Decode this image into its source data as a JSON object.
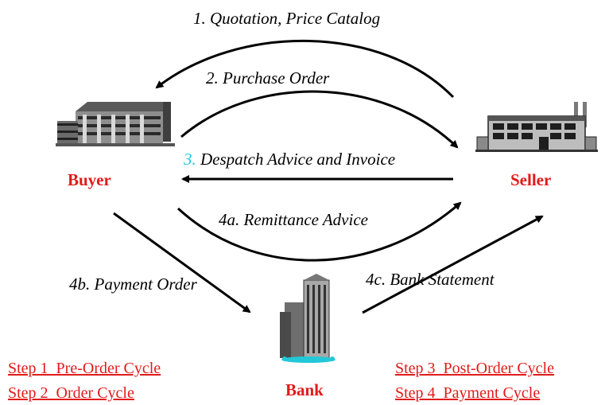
{
  "flows": {
    "quotation": "1. Quotation, Price Catalog",
    "purchase_order": "2. Purchase Order",
    "despatch_num": "3.",
    "despatch_text": " Despatch Advice and Invoice",
    "remittance": "4a. Remittance Advice",
    "payment_order": "4b. Payment Order",
    "bank_statement": "4c.  Bank Statement"
  },
  "entities": {
    "buyer": "Buyer",
    "seller": "Seller",
    "bank": "Bank"
  },
  "steps": {
    "step1": "Step 1  Pre-Order Cycle",
    "step2": "Step 2  Order Cycle",
    "step3": "Step 3  Post-Order Cycle",
    "step4": "Step 4  Payment Cycle"
  },
  "colors": {
    "entity_label": "#e11b1b",
    "step_link": "#e11b1b",
    "step3_number": "#22c8d8",
    "arrow": "#000000"
  }
}
